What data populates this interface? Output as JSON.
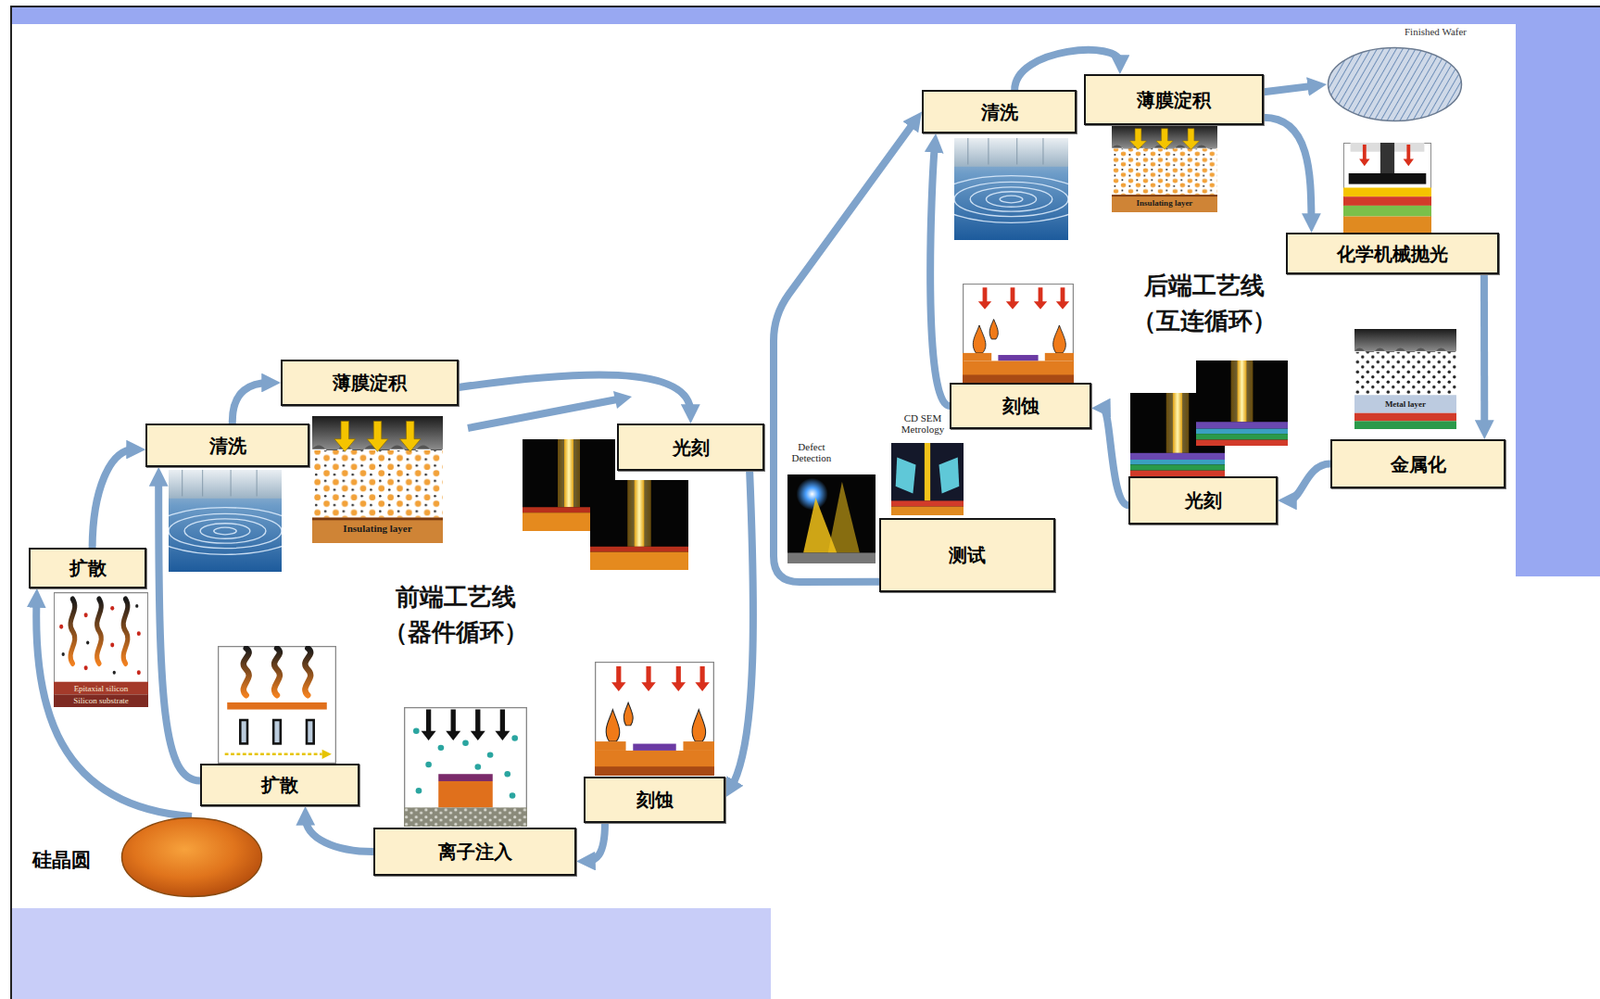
{
  "diagram": {
    "nodes": [
      {
        "text": [
          "扩散"
        ]
      },
      {
        "text": [
          "清洗"
        ]
      },
      {
        "text": [
          "薄膜淀积"
        ]
      },
      {
        "text": [
          "光刻"
        ]
      },
      {
        "text": [
          "刻蚀"
        ]
      },
      {
        "text": [
          "离子注入"
        ]
      },
      {
        "text": [
          "扩散"
        ]
      },
      {
        "text": [
          "硅晶圆"
        ]
      },
      {
        "text": [
          "清洗"
        ]
      },
      {
        "text": [
          "薄膜淀积"
        ]
      },
      {
        "text": [
          "Finished Wafer"
        ]
      },
      {
        "text": [
          "化学机械抛光"
        ]
      },
      {
        "text": [
          "金属化"
        ]
      },
      {
        "text": [
          "光刻"
        ]
      },
      {
        "text": [
          "刻蚀"
        ]
      },
      {
        "text": [
          "测试"
        ]
      }
    ],
    "edges": [
      {
        "from": 7,
        "to": 0,
        "arrow": "to"
      },
      {
        "from": 0,
        "to": 1,
        "arrow": "to"
      },
      {
        "from": 1,
        "to": 2,
        "arrow": "to"
      },
      {
        "from": 2,
        "to": 3,
        "arrow": "to"
      },
      {
        "from": 3,
        "to": 4,
        "arrow": "to"
      },
      {
        "from": 4,
        "to": 5,
        "arrow": "to"
      },
      {
        "from": 5,
        "to": 6,
        "arrow": "to"
      },
      {
        "from": 6,
        "to": 1,
        "arrow": "to"
      },
      {
        "from": 15,
        "to": 8,
        "arrow": "to"
      },
      {
        "from": 8,
        "to": 9,
        "arrow": "to"
      },
      {
        "from": 9,
        "to": 10,
        "arrow": "to"
      },
      {
        "from": 9,
        "to": 11,
        "arrow": "to"
      },
      {
        "from": 11,
        "to": 12,
        "arrow": "to"
      },
      {
        "from": 12,
        "to": 13,
        "arrow": "to"
      },
      {
        "from": 13,
        "to": 14,
        "arrow": "to"
      },
      {
        "from": 14,
        "to": 8,
        "arrow": "to"
      }
    ],
    "labels": [
      "前端工艺线 （器件循环）",
      "后端工艺线 （互连循环）",
      "Insulating layer",
      "Insulating layer",
      "Epitaxial silicon",
      "Silicon substrate",
      "Metal layer",
      "CD SEM Metrology",
      "Defect Detection"
    ]
  }
}
